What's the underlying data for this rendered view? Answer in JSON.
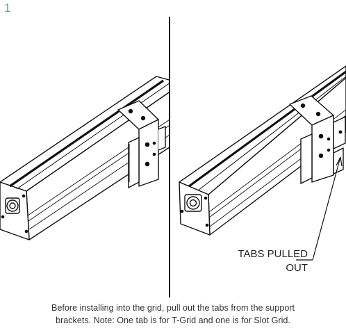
{
  "step": "1",
  "callout": {
    "line1": "TABS PULLED",
    "line2": "OUT"
  },
  "caption": {
    "line1": "Before installing into the grid, pull out the tabs from the support",
    "line2": "brackets.  Note: One tab is for T-Grid and one is for Slot Grid."
  },
  "colors": {
    "step_number": "#5a9ea6",
    "stroke": "#111111"
  }
}
